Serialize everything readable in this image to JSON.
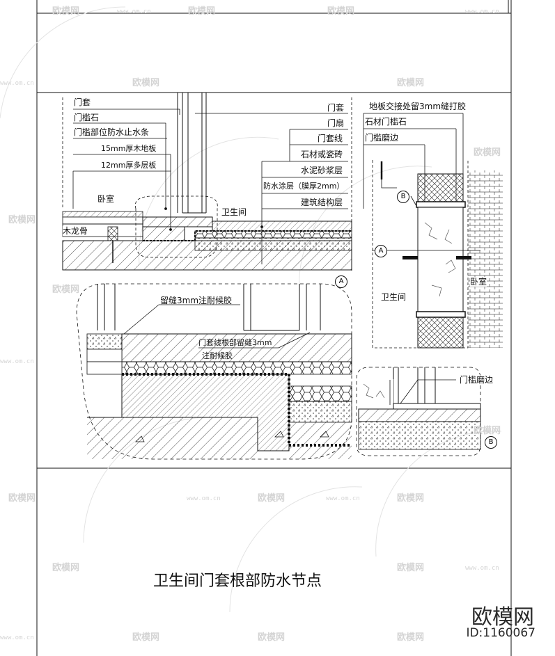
{
  "title": "卫生间门套根部防水节点",
  "watermark": {
    "brand": "欧模网",
    "id": "ID:1160067",
    "tile_text": "欧模网",
    "site_text": "www.om.cn"
  },
  "section_main": {
    "labels_left": [
      "门套",
      "门槛石",
      "门槛部位防水止水条",
      "15mm厚木地板",
      "12mm厚多层板"
    ],
    "labels_right": [
      "门套",
      "门扇",
      "门套线",
      "石材或瓷砖",
      "水泥砂浆层",
      "防水涂层（膜厚2mm）",
      "建筑结构层"
    ],
    "room_bedroom": "卧室",
    "room_bathroom": "卫生间",
    "joist": "木龙骨",
    "section_tag": "A"
  },
  "detail_enlarged": {
    "note_1": "留缝3mm注耐候胶",
    "note_2_line1": "门套线根部留缝3mm",
    "note_2_line2": "注耐候胶"
  },
  "plan_view": {
    "labels": [
      "地板交接处留3mm缝打胶",
      "石材门槛石",
      "门槛磨边"
    ],
    "room_bathroom": "卫生间",
    "room_bedroom": "卧室",
    "tag_a": "A",
    "tag_b": "B"
  },
  "detail_b": {
    "label": "门槛磨边",
    "tag": "B"
  }
}
